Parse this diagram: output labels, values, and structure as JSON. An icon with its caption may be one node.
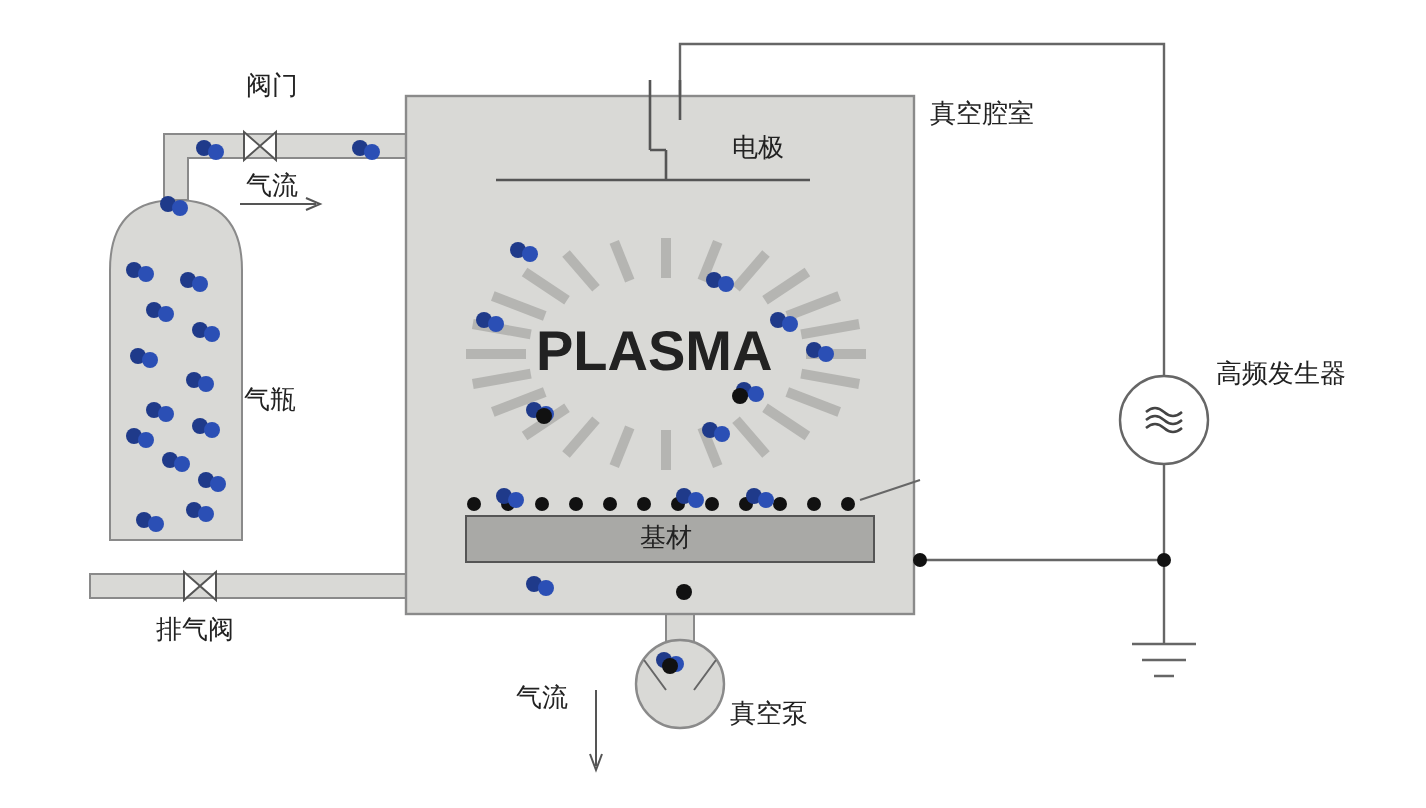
{
  "diagram": {
    "labels": [
      "阀门",
      "真空腔室",
      "电极",
      "气流",
      "PLASMA",
      "高频发生器",
      "气瓶",
      "基材",
      "排气阀",
      "气流",
      "真空泵"
    ]
  }
}
